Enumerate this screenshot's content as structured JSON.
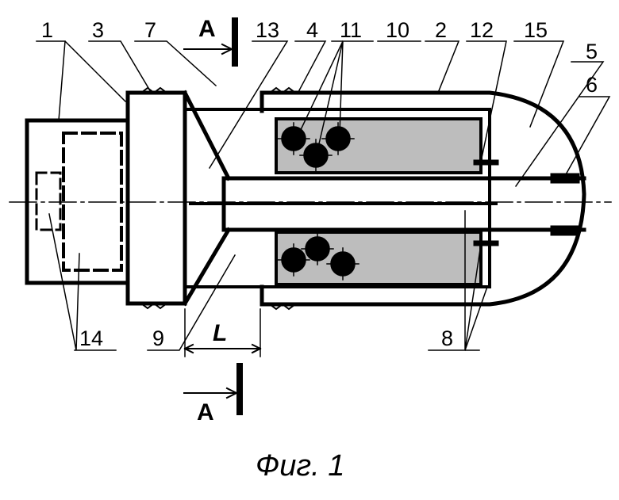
{
  "labels": {
    "l1": "1",
    "l2": "2",
    "l3": "3",
    "l4": "4",
    "l5": "5",
    "l6": "6",
    "l7": "7",
    "l8": "8",
    "l9": "9",
    "l10": "10",
    "l11": "11",
    "l12": "12",
    "l13": "13",
    "l14": "14",
    "l15": "15"
  },
  "section_top": "A",
  "section_bottom": "A",
  "dimension": "L",
  "caption": "Фиг. 1",
  "colors": {
    "ink": "#000000",
    "fill": "#bdbdbd",
    "background": "#ffffff"
  }
}
